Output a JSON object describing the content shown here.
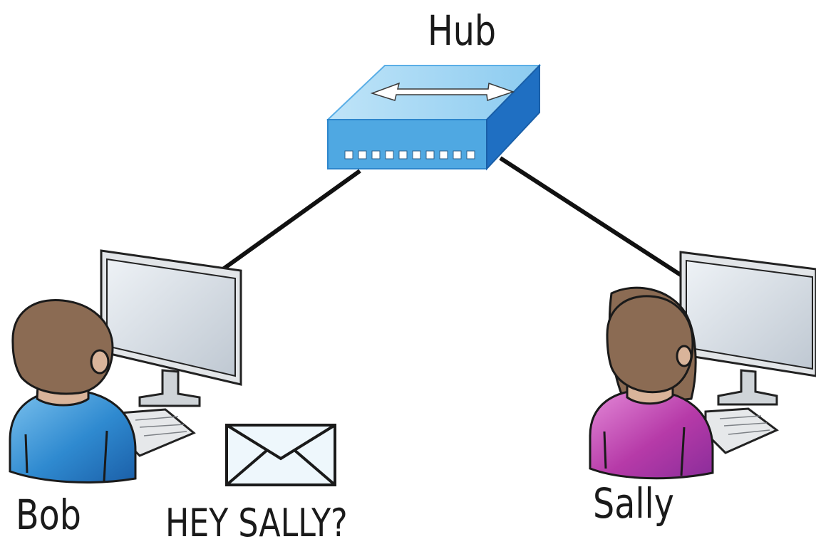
{
  "hub": {
    "label": "Hub",
    "icon": "hub-icon"
  },
  "nodes": [
    {
      "name": "Bob",
      "icon": "user-at-computer-icon",
      "shirt_color": "#2f8ad0"
    },
    {
      "name": "Sally",
      "icon": "user-at-computer-icon",
      "shirt_color": "#b63aa8"
    }
  ],
  "message": {
    "text": "HEY SALLY?",
    "icon": "envelope-icon"
  },
  "colors": {
    "hub_top": "#9fd3f1",
    "hub_front": "#4fa8e2",
    "hub_side": "#1f6fc2",
    "cable": "#111111"
  }
}
